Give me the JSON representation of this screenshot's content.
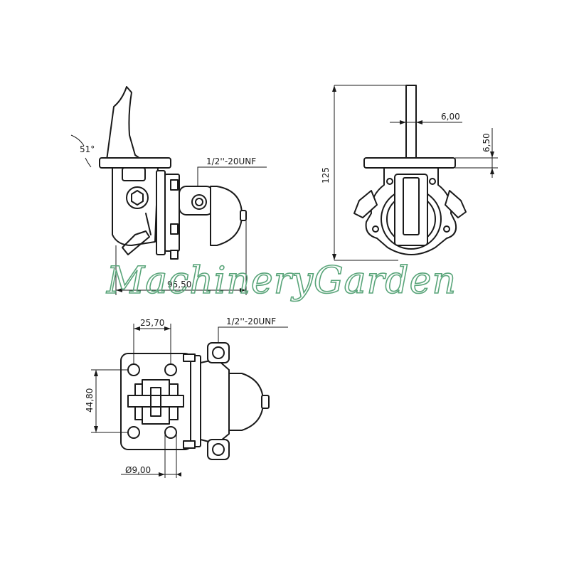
{
  "dimensions": {
    "angle_lever": "51°",
    "thread_side_view": "1/2''-20UNF",
    "length_side_view": "95,50",
    "height_total": "125",
    "shaft_offset": "6,00",
    "flange_thickness": "6,50",
    "hole_spacing_horizontal": "25,70",
    "thread_top_view": "1/2''-20UNF",
    "hole_spacing_vertical": "44,80",
    "hole_diameter": "Ø9,00"
  },
  "watermark": {
    "text": "MachineryGarden",
    "color": "#5aa57a"
  }
}
